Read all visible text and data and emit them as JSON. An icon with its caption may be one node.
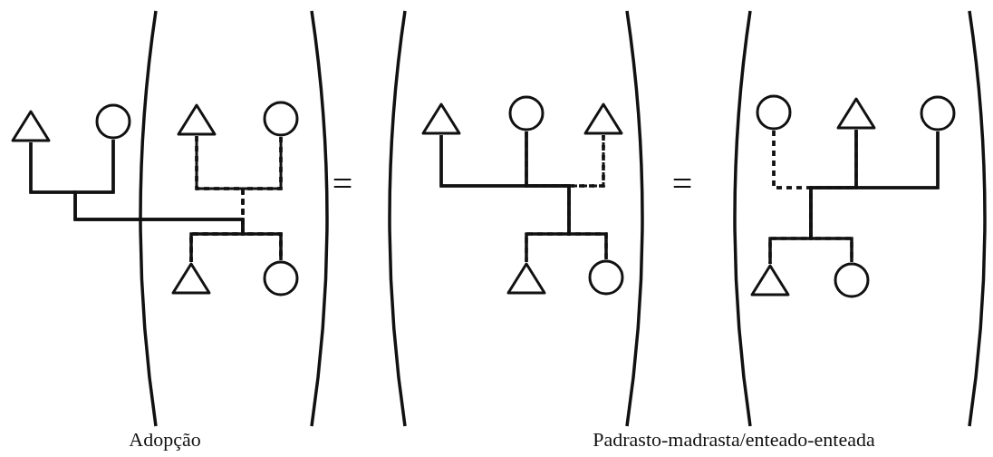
{
  "diagram": {
    "nodes": [
      {
        "text": [],
        "shape": "triangle"
      },
      {
        "text": [],
        "shape": "circle"
      },
      {
        "text": [],
        "shape": "triangle"
      },
      {
        "text": [],
        "shape": "circle"
      },
      {
        "text": [],
        "shape": "triangle"
      },
      {
        "text": [],
        "shape": "circle"
      },
      {
        "text": [],
        "shape": "triangle"
      },
      {
        "text": [],
        "shape": "circle"
      },
      {
        "text": [],
        "shape": "triangle"
      },
      {
        "text": [],
        "shape": "triangle"
      },
      {
        "text": [],
        "shape": "circle"
      },
      {
        "text": [],
        "shape": "circle"
      },
      {
        "text": [],
        "shape": "triangle"
      },
      {
        "text": [],
        "shape": "circle"
      },
      {
        "text": [],
        "shape": "triangle"
      },
      {
        "text": [],
        "shape": "circle"
      }
    ],
    "edges": [
      {
        "from": 0,
        "to": 1,
        "arrow": "none"
      },
      {
        "from": 2,
        "to": 3,
        "arrow": "none"
      },
      {
        "from": 0,
        "to": 4,
        "arrow": "none"
      },
      {
        "from": 0,
        "to": 5,
        "arrow": "none"
      },
      {
        "from": 1,
        "to": 4,
        "arrow": "none"
      },
      {
        "from": 1,
        "to": 5,
        "arrow": "none"
      },
      {
        "from": 2,
        "to": 4,
        "arrow": "none",
        "style": "dashed"
      },
      {
        "from": 2,
        "to": 5,
        "arrow": "none",
        "style": "dashed"
      },
      {
        "from": 3,
        "to": 4,
        "arrow": "none",
        "style": "dashed"
      },
      {
        "from": 3,
        "to": 5,
        "arrow": "none",
        "style": "dashed"
      },
      {
        "from": 6,
        "to": 7,
        "arrow": "none"
      },
      {
        "from": 7,
        "to": 8,
        "arrow": "none",
        "style": "dashed"
      },
      {
        "from": 6,
        "to": 9,
        "arrow": "none"
      },
      {
        "from": 6,
        "to": 10,
        "arrow": "none"
      },
      {
        "from": 7,
        "to": 9,
        "arrow": "none"
      },
      {
        "from": 7,
        "to": 10,
        "arrow": "none"
      },
      {
        "from": 8,
        "to": 9,
        "arrow": "none",
        "style": "dashed"
      },
      {
        "from": 8,
        "to": 10,
        "arrow": "none",
        "style": "dashed"
      },
      {
        "from": 11,
        "to": 12,
        "arrow": "none",
        "style": "dashed"
      },
      {
        "from": 12,
        "to": 13,
        "arrow": "none"
      },
      {
        "from": 11,
        "to": 14,
        "arrow": "none",
        "style": "dashed"
      },
      {
        "from": 11,
        "to": 15,
        "arrow": "none",
        "style": "dashed"
      },
      {
        "from": 12,
        "to": 14,
        "arrow": "none"
      },
      {
        "from": 12,
        "to": 15,
        "arrow": "none"
      },
      {
        "from": 13,
        "to": 14,
        "arrow": "none"
      },
      {
        "from": 13,
        "to": 15,
        "arrow": "none"
      }
    ],
    "labels": [
      "=",
      "=",
      "Adopção",
      "Padrasto-madrasta/enteado-enteada"
    ]
  }
}
